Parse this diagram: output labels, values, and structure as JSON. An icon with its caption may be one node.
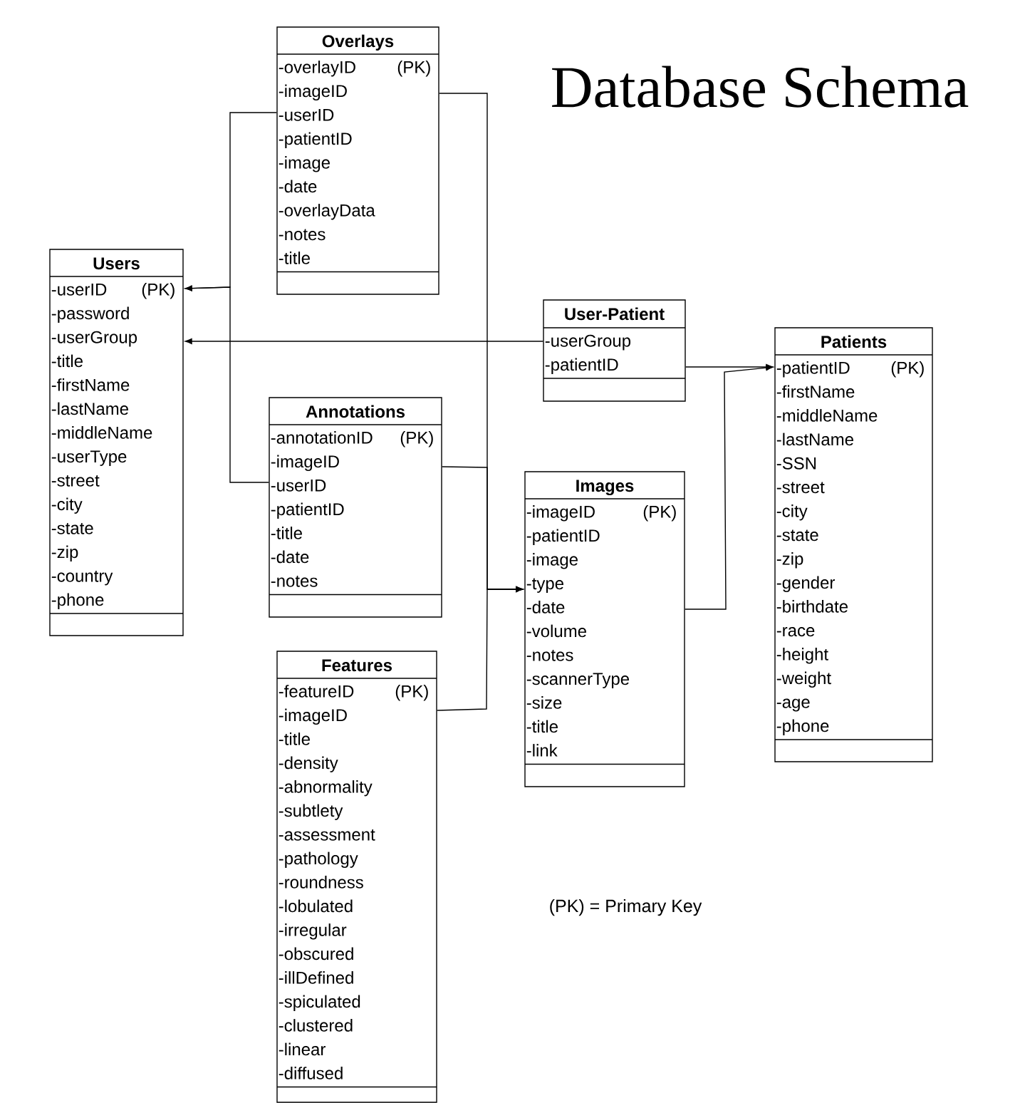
{
  "diagram": {
    "title": "Database Schema",
    "nodes": [
      {
        "text": [
          "Overlays",
          "-overlayID",
          "(PK)",
          "-imageID",
          "-userID",
          "-patientID",
          "-image",
          "-date",
          "-overlayData",
          "-notes",
          "-title"
        ]
      },
      {
        "text": [
          "Users",
          "-userID",
          "(PK)",
          "-password",
          "-userGroup",
          "-title",
          "-firstName",
          "-lastName",
          "-middleName",
          "-userType",
          "-street",
          "-city",
          "-state",
          "-zip",
          "-country",
          "-phone"
        ]
      },
      {
        "text": [
          "User-Patient",
          "-userGroup",
          "-patientID"
        ]
      },
      {
        "text": [
          "Patients",
          "-patientID",
          "(PK)",
          "-firstName",
          "-middleName",
          "-lastName",
          "-SSN",
          "-street",
          "-city",
          "-state",
          "-zip",
          "-gender",
          "-birthdate",
          "-race",
          "-height",
          "-weight",
          "-age",
          "-phone"
        ]
      },
      {
        "text": [
          "Annotations",
          "-annotationID",
          "(PK)",
          "-imageID",
          "-userID",
          "-patientID",
          "-title",
          "-date",
          "-notes"
        ]
      },
      {
        "text": [
          "Images",
          "-imageID",
          "(PK)",
          "-patientID",
          "-image",
          "-type",
          "-date",
          "-volume",
          "-notes",
          "-scannerType",
          "-size",
          "-title",
          "-link"
        ]
      },
      {
        "text": [
          "Features",
          "-featureID",
          "(PK)",
          "-imageID",
          "-title",
          "-density",
          "-abnormality",
          "-subtlety",
          "-assessment",
          "-pathology",
          "-roundness",
          "-lobulated",
          "-irregular",
          "-obscured",
          "-illDefined",
          "-spiculated",
          "-clustered",
          "-linear",
          "-diffused"
        ]
      }
    ],
    "edges": [
      {
        "from": 0,
        "to": 1,
        "arrow": "to"
      },
      {
        "from": 4,
        "to": 1,
        "arrow": "to"
      },
      {
        "from": 2,
        "to": 1,
        "arrow": "to"
      },
      {
        "from": 2,
        "to": 3,
        "arrow": "to"
      },
      {
        "from": 5,
        "to": 3,
        "arrow": "to"
      },
      {
        "from": 0,
        "to": 5,
        "arrow": "to"
      },
      {
        "from": 4,
        "to": 5,
        "arrow": "to"
      },
      {
        "from": 6,
        "to": 5,
        "arrow": "to"
      }
    ],
    "labels": [
      "(PK) = Primary Key"
    ]
  }
}
